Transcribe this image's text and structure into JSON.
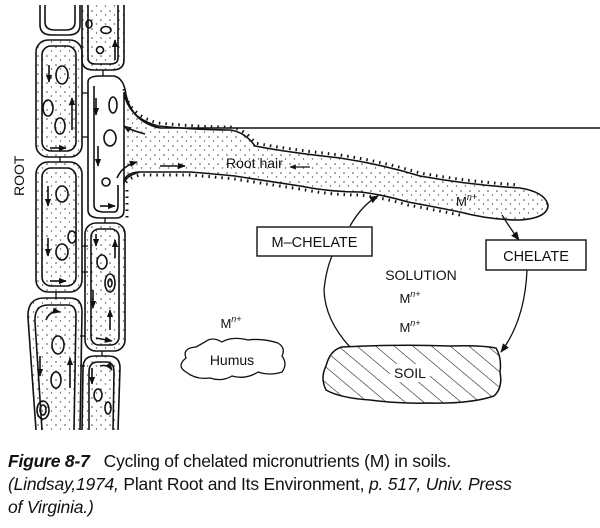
{
  "figure": {
    "labels": {
      "root": "ROOT",
      "root_hair": "Root hair",
      "m_chelate": "M–CHELATE",
      "chelate": "CHELATE",
      "solution": "SOLUTION",
      "soil": "SOIL",
      "humus": "Humus",
      "ion_base": "M",
      "ion_superscript": "n+"
    },
    "ion_locations": [
      "root hair",
      "solution",
      "solution",
      "near humus"
    ],
    "cycle": [
      {
        "from": "root hair",
        "to": "CHELATE",
        "direction": "down-right"
      },
      {
        "from": "CHELATE",
        "to": "SOIL",
        "direction": "down"
      },
      {
        "from": "SOIL",
        "to": "M–CHELATE",
        "direction": "up-left"
      },
      {
        "from": "M–CHELATE",
        "to": "root hair",
        "direction": "up"
      }
    ]
  },
  "caption": {
    "figure_number": "Figure 8-7",
    "title": "Cycling of chelated micronutrients (M) in soils.",
    "citation_open": "(Lindsay,1974,",
    "citation_source": "Plant Root and Its Environment,",
    "citation_page": "p. 517, Univ. Press",
    "citation_close": "of Virginia.)"
  }
}
